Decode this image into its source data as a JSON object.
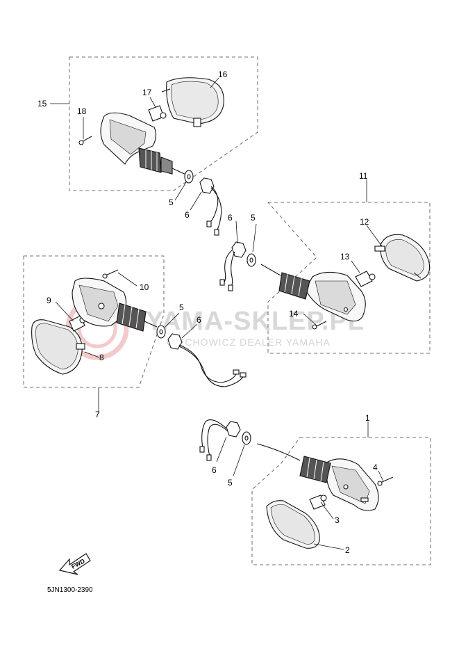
{
  "diagram": {
    "code": "5JN1300-2390",
    "watermark_main": "YAMA-SKLEP.PL",
    "watermark_sub": "CIECHOWICZ DEALER YAMAHA",
    "fwd_label": "FWD",
    "callouts": {
      "c1": "1",
      "c2": "2",
      "c3": "3",
      "c4": "4",
      "c5a": "5",
      "c5b": "5",
      "c5c": "5",
      "c5d": "5",
      "c6a": "6",
      "c6b": "6",
      "c6c": "6",
      "c6d": "6",
      "c7": "7",
      "c8": "8",
      "c9": "9",
      "c10": "10",
      "c11": "11",
      "c12": "12",
      "c13": "13",
      "c14": "14",
      "c15": "15",
      "c16": "16",
      "c17": "17",
      "c18": "18"
    }
  }
}
